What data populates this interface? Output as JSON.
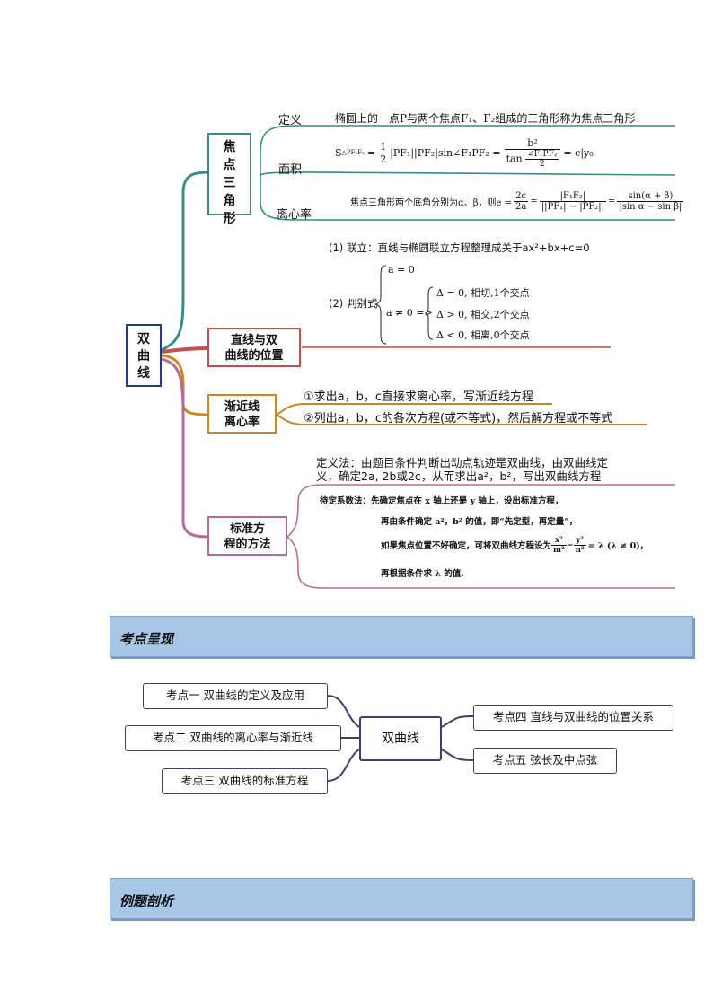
{
  "mindmap": {
    "center": "双曲线",
    "branch1": {
      "title": "焦点三角形",
      "def_label": "定义",
      "def_text": "椭圆上的一点P与两个焦点F₁、F₂组成的三角形称为焦点三角形",
      "area_label": "面积",
      "area_formula_lhs": "S",
      "area_formula_sub": "△PF₁F₂",
      "area_formula_half": "1",
      "area_formula_two": "2",
      "area_formula_mid": "|PF₁||PF₂|sin∠F₁PF₂ =",
      "area_formula_b2": "b²",
      "area_formula_tan": "tan",
      "area_formula_angle": "∠F₁PF₂",
      "area_formula_end": "= c|y₀",
      "ecc_label": "离心率",
      "ecc_intro": "焦点三角形两个底角分别为α、β，则e =",
      "ecc_2c": "2c",
      "ecc_2a": "2a",
      "ecc_f1f2": "|F₁F₂|",
      "ecc_pf_diff": "||PF₁| − |PF₂||",
      "ecc_sin_num": "sin(α + β)",
      "ecc_sin_den": "|sin α − sin β|"
    },
    "branch2": {
      "title_line1": "直线与双",
      "title_line2": "曲线的位置",
      "step1": "(1) 联立：直线与椭圆联立方程整理成关于ax²+bx+c=0",
      "step2_label": "(2) 判别式",
      "case_a0": "a = 0",
      "case_a_ne0": "a ≠ 0 =>",
      "case1": "Δ = 0, 相切,1个交点",
      "case2": "Δ > 0, 相交,2个交点",
      "case3": "Δ < 0, 相离,0个交点"
    },
    "branch3": {
      "title_line1": "渐近线",
      "title_line2": "离心率",
      "item1": "①求出a，b，c直接求离心率，写渐近线方程",
      "item2": "②列出a，b，c的各次方程(或不等式)，然后解方程或不等式"
    },
    "branch4": {
      "title_line1": "标准方",
      "title_line2": "程的方法",
      "def_method_line1": "定义法：由题目条件判断出动点轨迹是双曲线，由双曲线定",
      "def_method_line2": "义，确定2a, 2b或2c，从而求出a²，b²，写出双曲线方程",
      "coef_line1": "待定系数法：先确定焦点在 x 轴上还是 y 轴上，设出标准方程，",
      "coef_line2": "再由条件确定 a²，b² 的值，即“先定型，再定量”，",
      "coef_line3": "如果焦点位置不好确定，可将双曲线方程设为",
      "coef_x2": "x²",
      "coef_m2": "m²",
      "coef_y2": "y²",
      "coef_n2": "n²",
      "coef_line3_end": "= λ (λ ≠ 0)，",
      "coef_line4": "再根据条件求 λ 的值."
    }
  },
  "section1": {
    "title": "考点呈现"
  },
  "kaodian": {
    "center": "双曲线",
    "k1": "考点一  双曲线的定义及应用",
    "k2": "考点二  双曲线的离心率与渐近线",
    "k3": "考点三  双曲线的标准方程",
    "k4": "考点四  直线与双曲线的位置关系",
    "k5": "考点五  弦长及中点弦"
  },
  "section2": {
    "title": "例题剖析"
  },
  "colors": {
    "teal": "#3a8c86",
    "red": "#c0504d",
    "orange": "#c8891c",
    "pink": "#b86a9a",
    "navy": "#3f3f6e",
    "banner": "#a8c6e6"
  }
}
